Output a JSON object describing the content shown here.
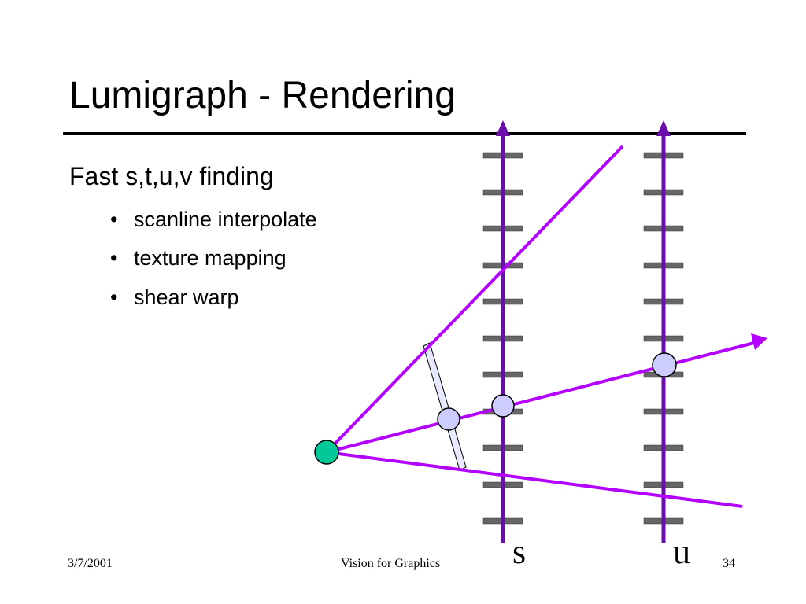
{
  "slide": {
    "title": "Lumigraph - Rendering",
    "heading": "Fast s,t,u,v finding",
    "bullets": [
      "scanline interpolate",
      "texture mapping",
      "shear warp"
    ],
    "bullet_marker": "•"
  },
  "footer": {
    "date": "3/7/2001",
    "center": "Vision for Graphics",
    "page": "34"
  },
  "diagram": {
    "labels": {
      "s_axis": "s",
      "u_axis": "u"
    },
    "colors": {
      "axis": "#6a0dad",
      "ray": "#b300ff",
      "tick": "#666666",
      "eye": "#00c896",
      "intersection": "#ccccff",
      "image_plane": "#e8e8ff"
    }
  }
}
